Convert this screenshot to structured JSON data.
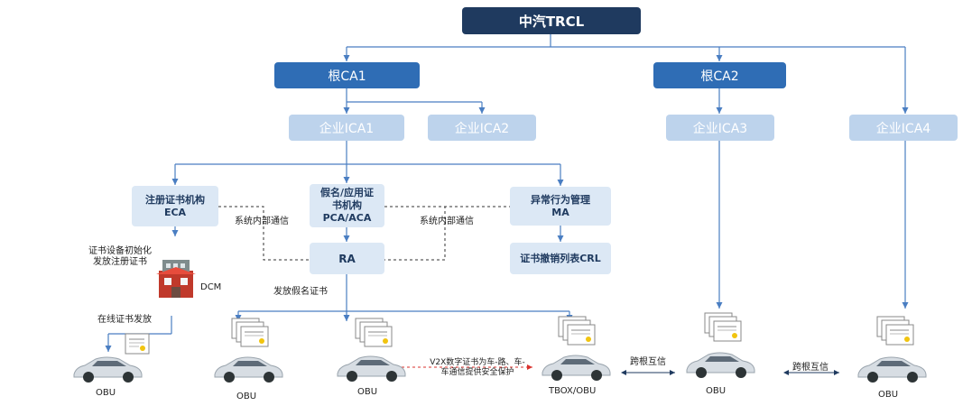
{
  "root": "中汽TRCL",
  "root_cas": [
    "根CA1",
    "根CA2"
  ],
  "icas": [
    "企业ICA1",
    "企业ICA2",
    "企业ICA3",
    "企业ICA4"
  ],
  "eca": "注册证书机构\nECA",
  "pca": "假名/应用证\n书机构\nPCA/ACA",
  "ma": "异常行为管理\nMA",
  "ra": "RA",
  "crl": "证书撤销列表CRL",
  "labels": {
    "internal_comm_left": "系统内部通信",
    "internal_comm_right": "系统内部通信",
    "device_init": "证书设备初始化\n发放注册证书",
    "dcm": "DCM",
    "online_issue": "在线证书发放",
    "pseudonym_issue": "发放假名证书",
    "v2x": "V2X数字证书为车-路、车-\n车通信提供安全保护",
    "cross_root_1": "跨根互信",
    "cross_root_2": "跨根互信"
  },
  "vehicles": [
    "OBU",
    "OBU",
    "OBU",
    "TBOX/OBU",
    "OBU",
    "OBU"
  ],
  "colors": {
    "root": "#1f3a5f",
    "root_ca": "#2f6db5",
    "ica": "#bdd3ec",
    "pale": "#dce8f5",
    "line": "#4a7ec2"
  }
}
